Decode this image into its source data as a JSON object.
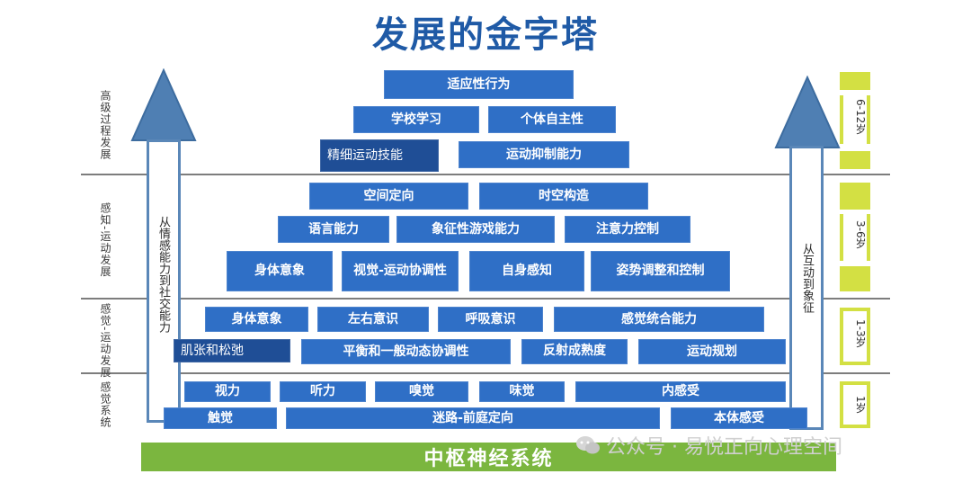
{
  "title": "发展的金字塔",
  "bands": {
    "high": "高级过程发展",
    "perceptual_motor": "感知-运动发展",
    "sensory_motor": "感觉-运动发展",
    "sensory_system": "感觉系统"
  },
  "left_arrow_text": "从情感能力到社交能力",
  "right_arrow_text": "从互动到象征",
  "ages": [
    "6-12岁",
    "3-6岁",
    "1-3岁",
    "1岁"
  ],
  "ground_label": "中枢神经系统",
  "watermark": "公众号 · 易悦正向心理空间",
  "pyramid": {
    "row1": [
      "适应性行为"
    ],
    "row2": [
      "学校学习",
      "个体自主性"
    ],
    "row3": [
      "精细运动技能",
      "运动抑制能力"
    ],
    "row4": [
      "空间定向",
      "时空构造"
    ],
    "row5": [
      "语言能力",
      "象征性游戏能力",
      "注意力控制"
    ],
    "row6": [
      "身体意象",
      "视觉-运动协调性",
      "自身感知",
      "姿势调整和控制"
    ],
    "row7": [
      "身体意象",
      "左右意识",
      "呼吸意识",
      "感觉统合能力"
    ],
    "row8": [
      "肌张和松弛",
      "平衡和一般动态协调性",
      "反射成熟度",
      "运动规划"
    ],
    "row9": [
      "视力",
      "听力",
      "嗅觉",
      "味觉",
      "内感受"
    ],
    "row10": [
      "触觉",
      "迷路-前庭定向",
      "本体感受"
    ]
  },
  "colors": {
    "box": "#2f6fc6",
    "ground": "#7bb63f",
    "age_strip": "#d3e043",
    "arrow": "#5a87b8"
  }
}
